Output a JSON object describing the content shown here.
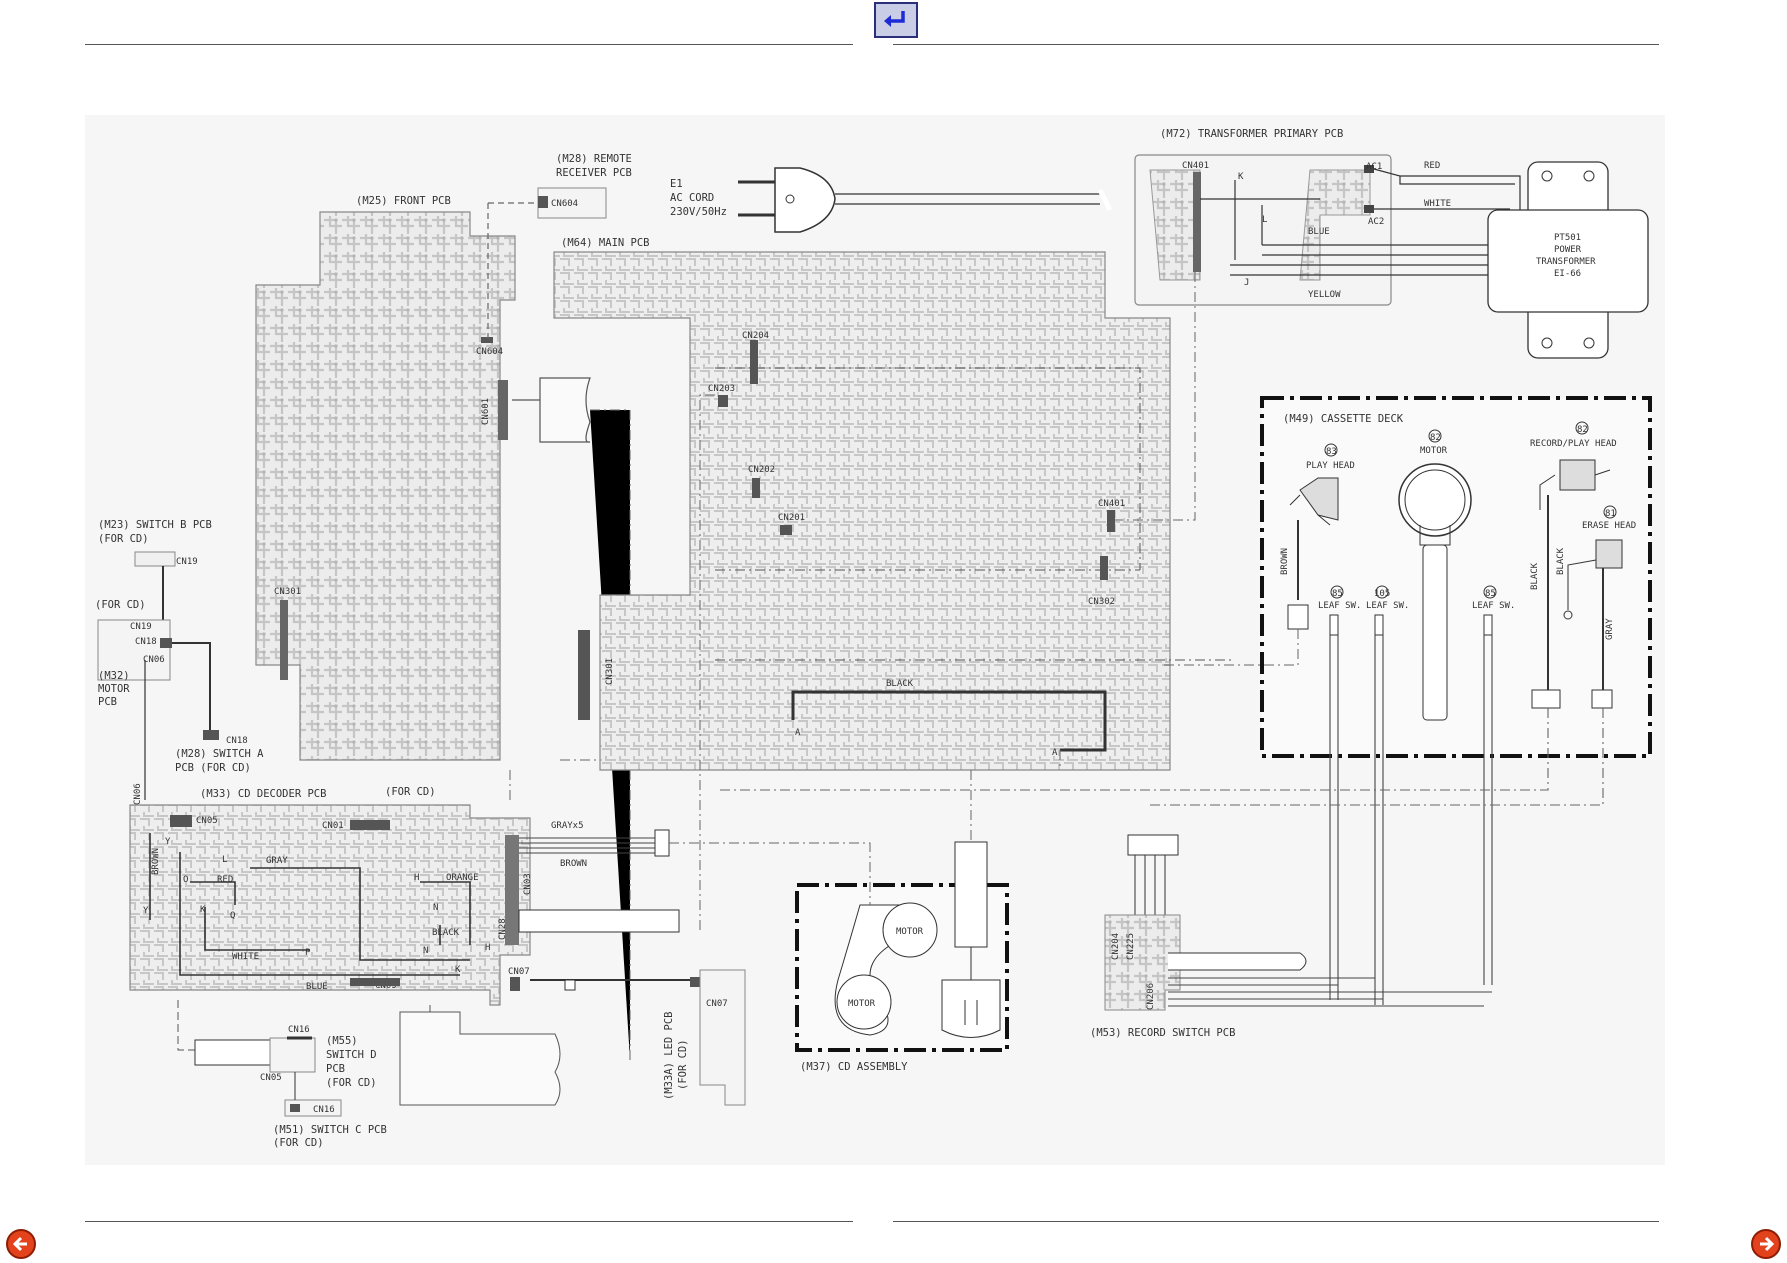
{
  "nav": {
    "back_icon": "return-arrow-icon",
    "prev_icon": "arrow-left-icon",
    "next_icon": "arrow-right-icon",
    "accent_color": "#e2421c"
  },
  "boards": {
    "front": "(M25) FRONT PCB",
    "remote1": "(M28) REMOTE",
    "remote2": "RECEIVER PCB",
    "main": "(M64) MAIN PCB",
    "transformer": "(M72) TRANSFORMER PRIMARY PCB",
    "cassette": "(M49) CASSETTE DECK",
    "switchb1": "(M23) SWITCH B PCB",
    "switchb2": "(FOR CD)",
    "forcd1": "(FOR CD)",
    "motor1": "(M32)",
    "motor2": "MOTOR",
    "motor3": "PCB",
    "switcha1": "(M28) SWITCH A",
    "switcha2": "PCB (FOR CD)",
    "cddecoder": "(M33) CD DECODER PCB",
    "forcd2": "(FOR CD)",
    "switchd1": "(M55)",
    "switchd2": "SWITCH D",
    "switchd3": "PCB",
    "switchd4": "(FOR CD)",
    "switchc1": "(M51) SWITCH C PCB",
    "switchc2": "(FOR CD)",
    "led1": "(M33A) LED PCB",
    "led2": "(FOR CD)",
    "cdassy": "(M37) CD ASSEMBLY",
    "recsw": "(M53) RECORD SWITCH PCB"
  },
  "ac": {
    "l1": "E1",
    "l2": "AC CORD",
    "l3": "230V/50Hz"
  },
  "transformer": {
    "l1": "PT501",
    "l2": "POWER",
    "l3": "TRANSFORMER",
    "l4": "EI-66",
    "ac1": "AC1",
    "ac2": "AC2",
    "red": "RED",
    "white": "WHITE",
    "blue": "BLUE",
    "yellow": "YELLOW",
    "k": "K",
    "l": "L",
    "j": "J"
  },
  "cassette": {
    "n83": "83",
    "play": "PLAY HEAD",
    "n82a": "82",
    "motor": "MOTOR",
    "n82b": "82",
    "rec": "RECORD/PLAY HEAD",
    "n81": "81",
    "erase": "ERASE HEAD",
    "n85a": "85",
    "leaf1": "LEAF SW.",
    "n105": "105",
    "leaf2": "LEAF SW.",
    "n85b": "85",
    "leaf3": "LEAF SW.",
    "brown": "BROWN",
    "black1": "BLACK",
    "black2": "BLACK",
    "gray": "GRAY"
  },
  "connectors": {
    "cn604a": "CN604",
    "cn604b": "CN604",
    "cn601": "CN601",
    "cn301a": "CN301",
    "cn301b": "CN301",
    "cn204": "CN204",
    "cn203": "CN203",
    "cn202": "CN202",
    "cn201": "CN201",
    "cn401a": "CN401",
    "cn401b": "CN401",
    "cn302": "CN302",
    "cn19a": "CN19",
    "cn19b": "CN19",
    "cn18a": "CN18",
    "cn06": "CN06",
    "cn18b": "CN18",
    "cn06b": "CN06",
    "cn05": "CN05",
    "cn01": "CN01",
    "cn03": "CN03",
    "cn28": "CN28",
    "cn09": "CN09",
    "cn07a": "CN07",
    "cn07b": "CN07",
    "cn16a": "CN16",
    "cn16b": "CN16",
    "cn05b": "CN05",
    "cn204b": "CN204",
    "cn225": "CN225",
    "cn206": "CN206",
    "black_main": "BLACK",
    "a1": "A",
    "a2": "A"
  },
  "cd": {
    "grayx5": "GRAYx5",
    "brown": "BROWN",
    "gray": "GRAY",
    "red": "RED",
    "orange": "ORANGE",
    "black": "BLACK",
    "white": "WHITE",
    "blue": "BLUE",
    "brown_v": "BROWN",
    "y1": "Y",
    "y2": "Y",
    "o": "O",
    "q": "Q",
    "k1": "K",
    "k2": "K",
    "h1": "H",
    "h2": "H",
    "n1": "N",
    "n2": "N",
    "p": "P",
    "l": "L",
    "motor_a": "MOTOR",
    "motor_b": "MOTOR"
  }
}
